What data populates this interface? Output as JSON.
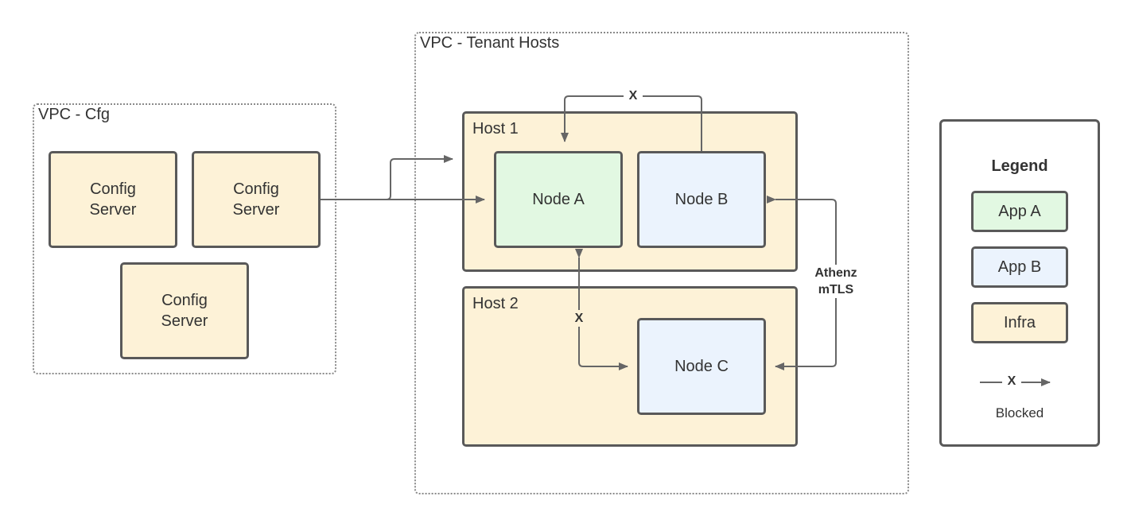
{
  "vpc_cfg": {
    "label": "VPC - Cfg",
    "servers": [
      "Config\nServer",
      "Config\nServer",
      "Config\nServer"
    ]
  },
  "vpc_tenant": {
    "label": "VPC - Tenant Hosts",
    "host1": {
      "label": "Host 1",
      "node_a": "Node A",
      "node_b": "Node B"
    },
    "host2": {
      "label": "Host 2",
      "node_c": "Node C"
    }
  },
  "connections": {
    "blocked_marker": "X",
    "athenz_label": "Athenz\nmTLS"
  },
  "legend": {
    "title": "Legend",
    "items": [
      {
        "label": "App A",
        "color": "#e2f8e2"
      },
      {
        "label": "App B",
        "color": "#ebf3fd"
      },
      {
        "label": "Infra",
        "color": "#fdf2d7"
      }
    ],
    "blocked_marker": "X",
    "blocked_label": "Blocked"
  },
  "colors": {
    "app_a": "#e2f8e2",
    "app_b": "#ebf3fd",
    "infra": "#fdf2d7",
    "border": "#595959",
    "line": "#666666"
  }
}
